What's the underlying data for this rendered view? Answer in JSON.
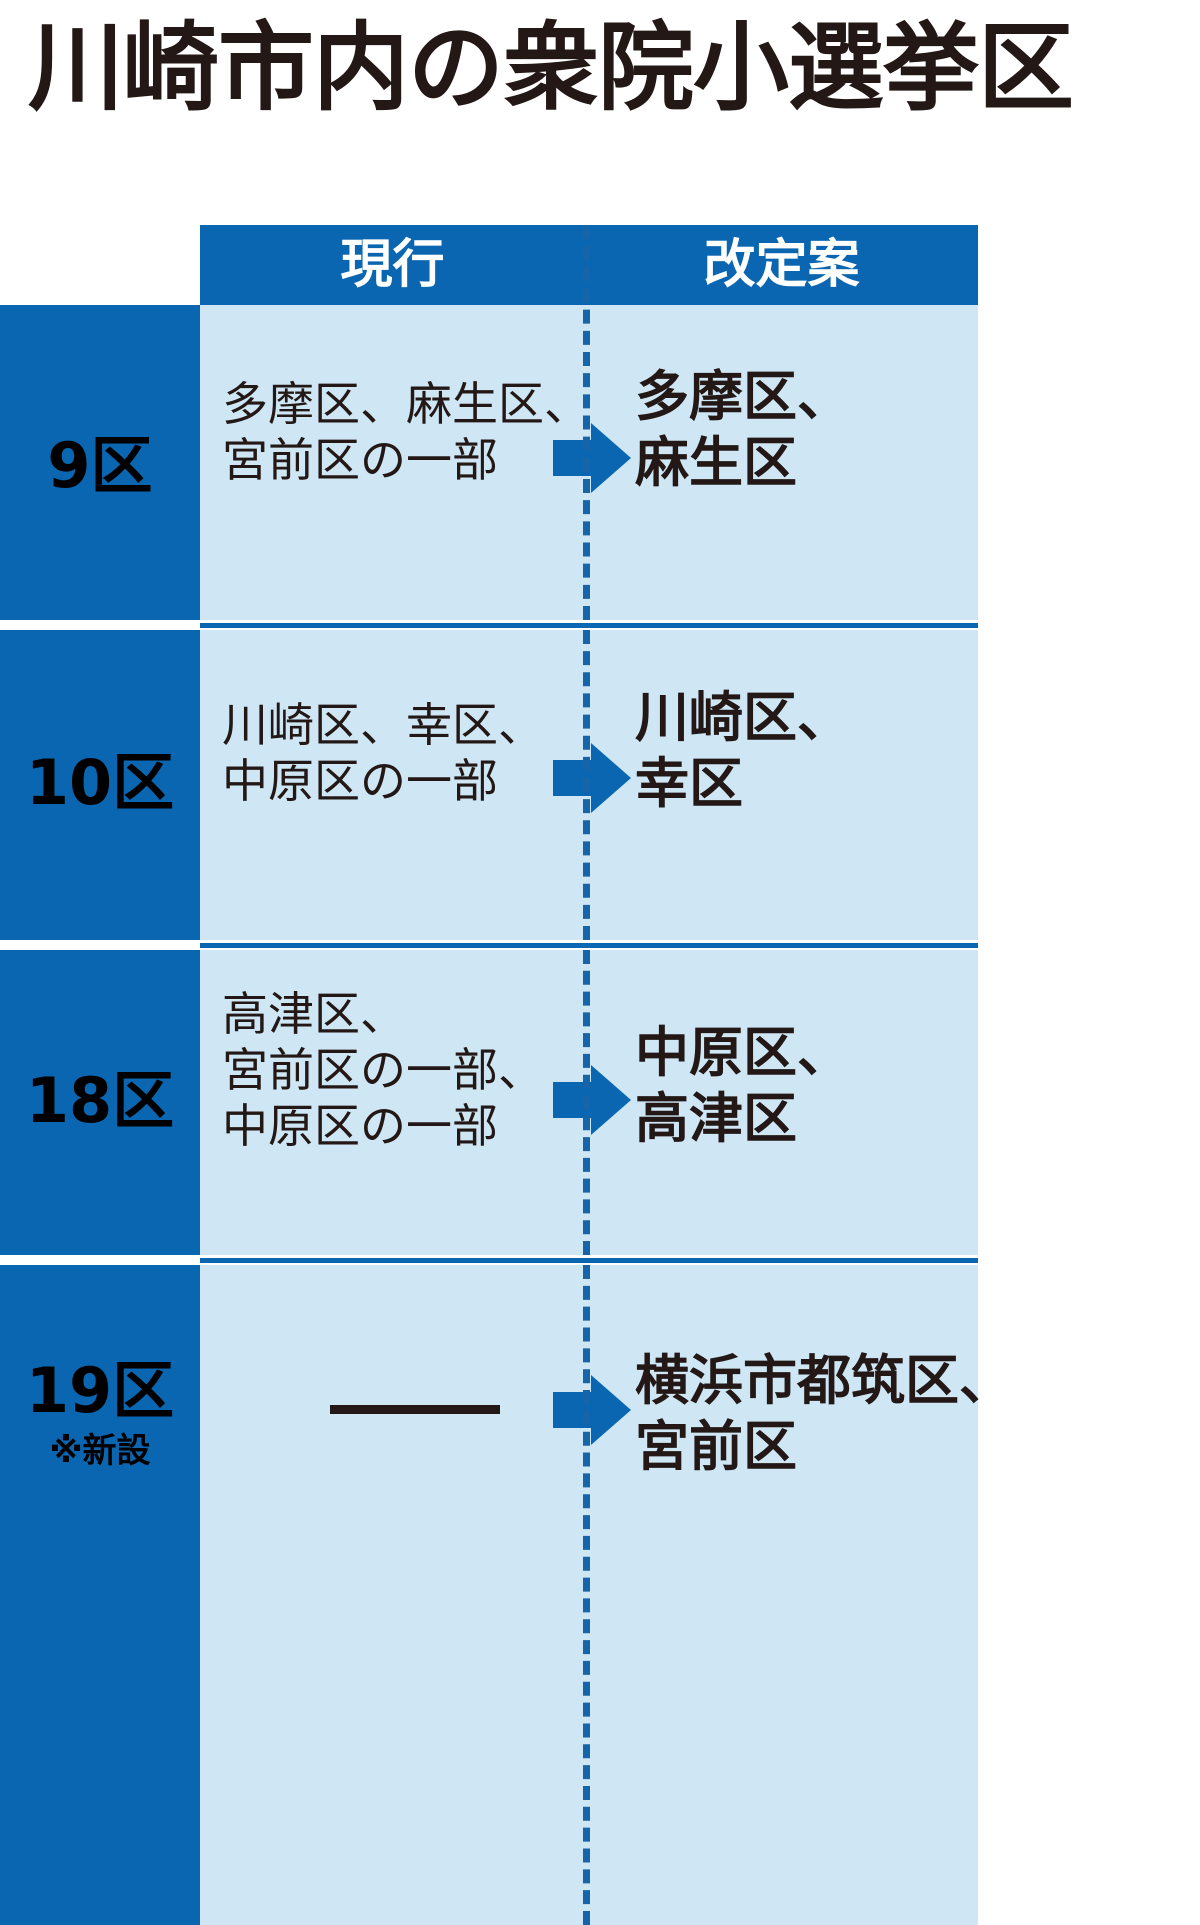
{
  "title": "川崎市内の衆院小選挙区",
  "colors": {
    "dark_blue": "#0A66B0",
    "light_blue": "#CFE7F5",
    "text_dark": "#231815",
    "white": "#FFFFFF"
  },
  "header": {
    "current_label": "現行",
    "revised_label": "改定案"
  },
  "rows": [
    {
      "district": "9区",
      "note": "",
      "current_lines": [
        "多摩区、麻生区、",
        "宮前区の一部"
      ],
      "revised_lines": [
        "多摩区、",
        "麻生区"
      ],
      "arrow": "right-arrow"
    },
    {
      "district": "10区",
      "note": "",
      "current_lines": [
        "川崎区、幸区、",
        "中原区の一部"
      ],
      "revised_lines": [
        "川崎区、",
        "幸区"
      ],
      "arrow": "right-arrow"
    },
    {
      "district": "18区",
      "note": "",
      "current_lines": [
        "高津区、",
        "宮前区の一部、",
        "中原区の一部"
      ],
      "revised_lines": [
        "中原区、",
        "高津区"
      ],
      "arrow": "right-arrow"
    },
    {
      "district": "19区",
      "note": "※新設",
      "current_lines": [],
      "current_placeholder": "—",
      "revised_lines": [
        "横浜市都筑区、",
        "宮前区"
      ],
      "arrow": "right-arrow"
    }
  ]
}
